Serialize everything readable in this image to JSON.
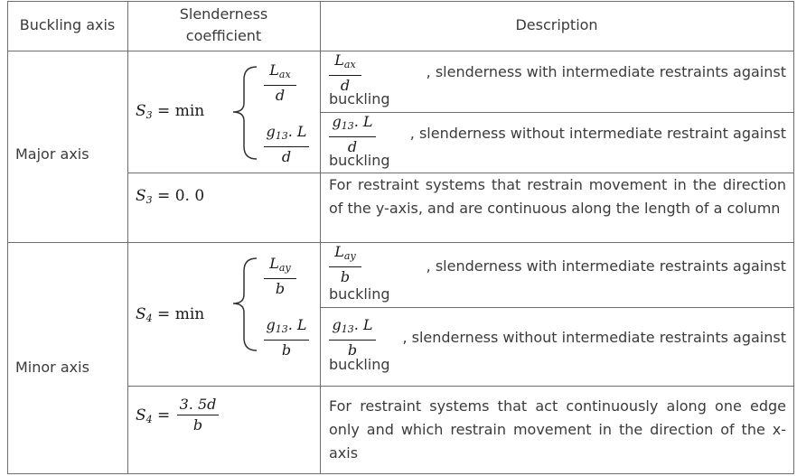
{
  "header": {
    "col1": "Buckling axis",
    "col2_line1": "Slenderness",
    "col2_line2": "coefficient",
    "col3": "Description"
  },
  "major": {
    "axis_label": "Major axis",
    "s3_lhs": "S",
    "s3_sub": "3",
    "s3_eq": " = min",
    "f1_num_L": "L",
    "f1_num_sub": "ax",
    "f1_den": "d",
    "f2_num": "g",
    "f2_num_sub": "13",
    "f2_num_tail": ". L",
    "f2_den": "d",
    "desc1_frac_num": "L",
    "desc1_frac_sub": "ax",
    "desc1_frac_den": "d",
    "desc1_after": ", slenderness with intermediate restraints against",
    "desc1_line2": "buckling",
    "desc2_frac_num": "g",
    "desc2_frac_sub": "13",
    "desc2_frac_tail": ". L",
    "desc2_frac_den": "d",
    "desc2_after": ", slenderness without intermediate restraint against",
    "desc2_line2": "buckling",
    "s3b_lhs": "S",
    "s3b_sub": "3",
    "s3b_eq": " = 0. 0",
    "desc3": "For restraint systems that restrain movement in the direction of the y-axis, and are continuous along the length of a column"
  },
  "minor": {
    "axis_label": "Minor axis",
    "s4_lhs": "S",
    "s4_sub": "4",
    "s4_eq": " = min",
    "f1_num_L": "L",
    "f1_num_sub": "ay",
    "f1_den": "b",
    "f2_num": "g",
    "f2_num_sub": "13",
    "f2_num_tail": ". L",
    "f2_den": "b",
    "desc1_frac_num": "L",
    "desc1_frac_sub": "ay",
    "desc1_frac_den": "b",
    "desc1_after": ", slenderness with intermediate restraints against",
    "desc1_line2": "buckling",
    "desc2_frac_num": "g",
    "desc2_frac_sub": "13",
    "desc2_frac_tail": ". L",
    "desc2_frac_den": "b",
    "desc2_after": ", slenderness without intermediate restraints against",
    "desc2_line2": "buckling",
    "s4b_lhs": "S",
    "s4b_sub": "4",
    "s4b_eq": " = ",
    "s4b_num": "3. 5d",
    "s4b_den": "b",
    "desc3": "For restraint systems that act continuously along one edge only and which restrain movement in the direction of the x-axis"
  }
}
